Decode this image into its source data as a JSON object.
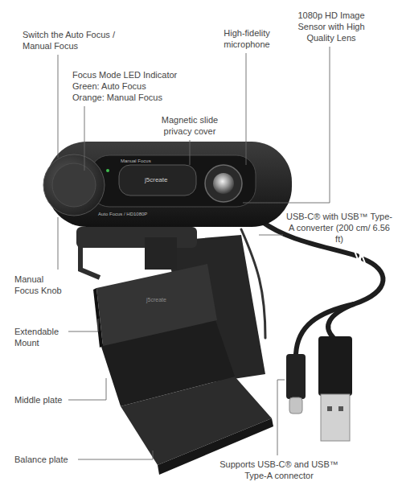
{
  "diagram": {
    "labels": [
      "Switch the Auto Focus / Manual Focus",
      "High-fidelity microphone",
      "1080p HD Image Sensor with High Quality Lens",
      "Focus Mode LED Indicator",
      "Green: Auto Focus",
      "Orange: Manual Focus",
      "Magnetic slide privacy cover",
      "Manual Focus",
      "j5create",
      "Auto Focus / HD1080P",
      "USB-C® with USB™ Type-A converter (200 cm/ 6.56 ft)",
      "Manual Focus Knob",
      "Extendable Mount",
      "j5create",
      "Middle plate",
      "Balance plate",
      "Supports USB-C® and USB™ Type-A connector"
    ]
  }
}
